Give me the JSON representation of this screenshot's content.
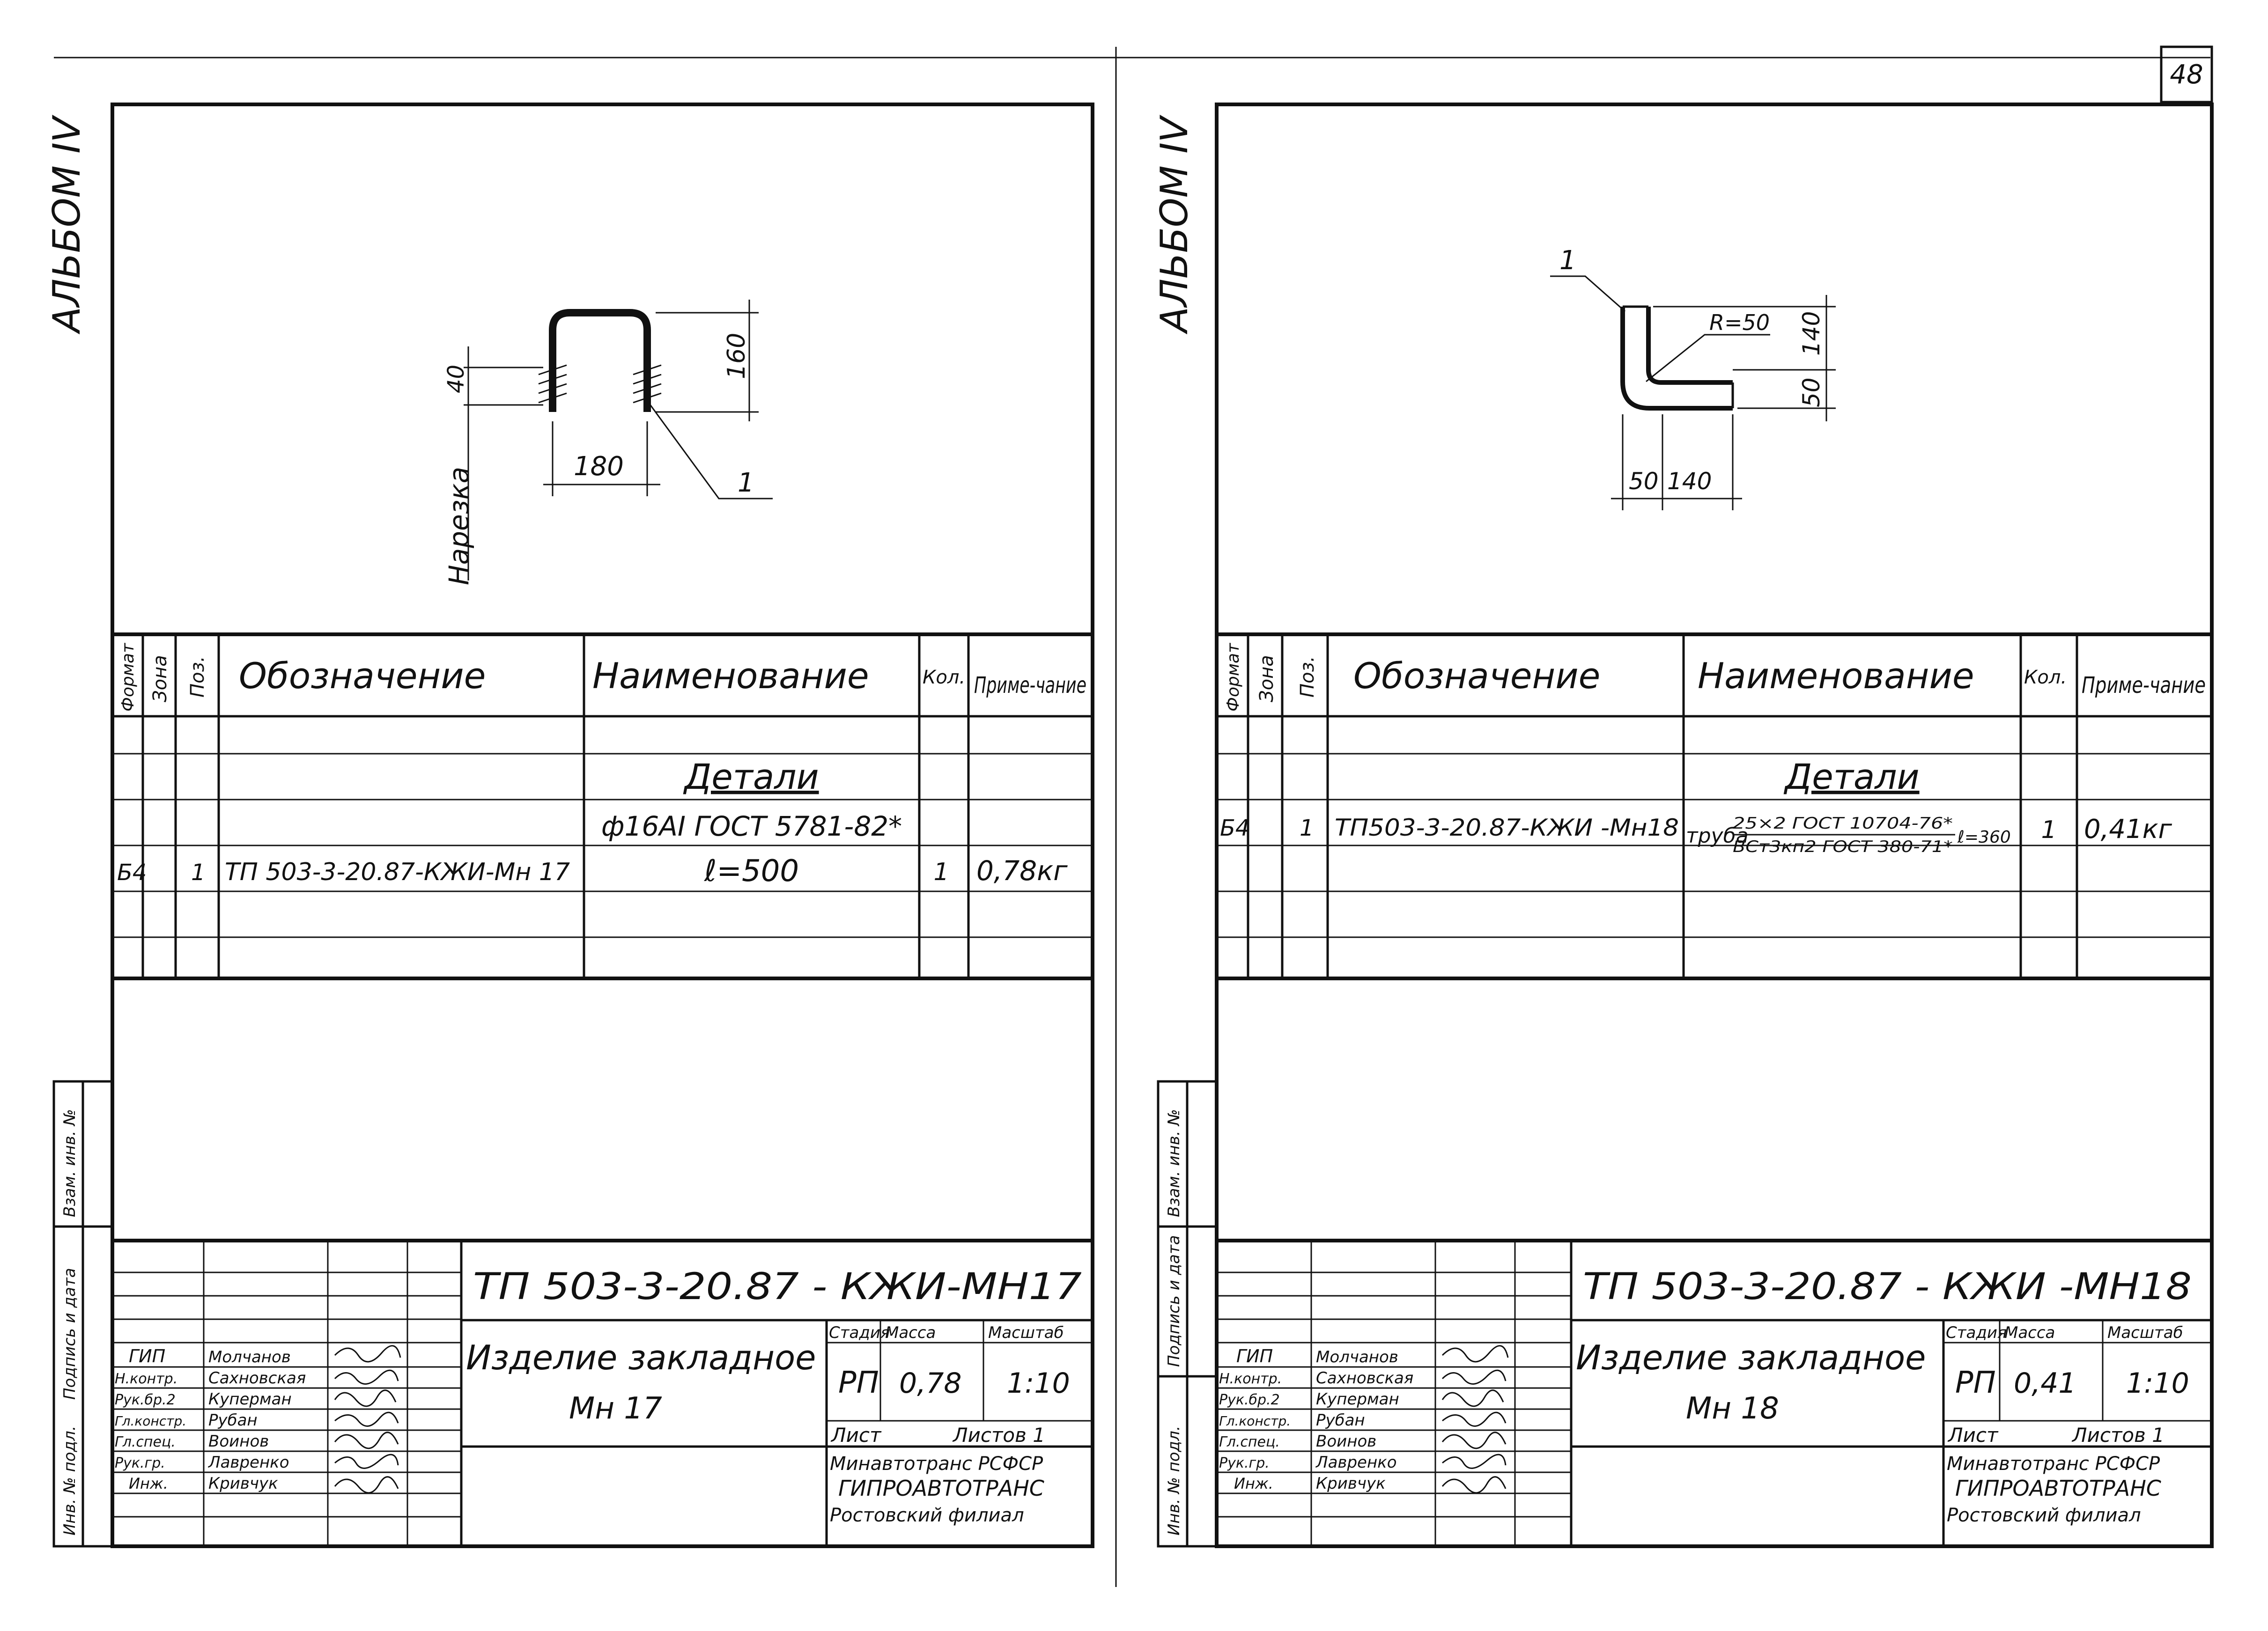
{
  "page_number": "48",
  "left": {
    "album": "АЛЬБОМ IV",
    "drawing": {
      "position_label": "1",
      "thread_label": "Нарезка",
      "dim_thread": "40",
      "dim_height": "160",
      "dim_width": "180"
    },
    "spec": {
      "headers": {
        "format": "Формат",
        "zone": "Зона",
        "pos": "Поз.",
        "designation": "Обозначение",
        "name": "Наименование",
        "qty": "Кол.",
        "note": "Приме-чание"
      },
      "section": "Детали",
      "material": "ф16АI ГОСТ 5781-82*",
      "row": {
        "format": "Б4",
        "pos": "1",
        "designation": "ТП 503-3-20.87-КЖИ-Мн 17",
        "name": "ℓ=500",
        "qty": "1",
        "note": "0,78кг"
      }
    },
    "side_stamp": {
      "inv_podl": "Инв. № подл.",
      "podpis": "Подпись и дата",
      "vzam": "Взам. инв. №"
    },
    "title_block": {
      "code": "ТП   503-3-20.87  -  КЖИ-МН17",
      "item_name": "Изделие закладное",
      "item_mark": "Мн 17",
      "stage_label": "Стадия",
      "mass_label": "Масса",
      "scale_label": "Масштаб",
      "stage": "РП",
      "mass": "0,78",
      "scale": "1:10",
      "sheet_label": "Лист",
      "sheets_label": "Листов 1",
      "org1": "Минавтотранс РСФСР",
      "org2": "ГИПРОАВТОТРАНС",
      "org3": "Ростовский филиал",
      "people": [
        {
          "role": "ГИП",
          "name": "Молчанов"
        },
        {
          "role": "Н.контр.",
          "name": "Сахновская"
        },
        {
          "role": "Рук.бр.2",
          "name": "Куперман"
        },
        {
          "role": "Гл.констр.",
          "name": "Рубан"
        },
        {
          "role": "Гл.спец.",
          "name": "Воинов"
        },
        {
          "role": "Рук.гр.",
          "name": "Лавренко"
        },
        {
          "role": "Инж.",
          "name": "Кривчук"
        }
      ]
    }
  },
  "right": {
    "album": "АЛЬБОМ IV",
    "drawing": {
      "position_label": "1",
      "radius": "R=50",
      "dim_v1": "140",
      "dim_v2": "50",
      "dim_h1": "50",
      "dim_h2": "140"
    },
    "spec": {
      "headers": {
        "format": "Формат",
        "zone": "Зона",
        "pos": "Поз.",
        "designation": "Обозначение",
        "name": "Наименование",
        "qty": "Кол.",
        "note": "Приме-чание"
      },
      "section": "Детали",
      "row": {
        "format": "Б4",
        "pos": "1",
        "designation": "ТП503-3-20.87-КЖИ -Мн18",
        "name_prefix": "труба",
        "name_top": "25×2 ГОСТ 10704-76*",
        "name_bottom": "ВСт3кп2 ГОСТ 380-71*",
        "name_len": "ℓ=360",
        "qty": "1",
        "note": "0,41кг"
      }
    },
    "side_stamp": {
      "inv_podl": "Инв. № подл.",
      "podpis": "Подпись и дата",
      "vzam": "Взам. инв. №"
    },
    "title_block": {
      "code": "ТП   503-3-20.87 -  КЖИ -МН18",
      "item_name": "Изделие закладное",
      "item_mark": "Мн 18",
      "stage_label": "Стадия",
      "mass_label": "Масса",
      "scale_label": "Масштаб",
      "stage": "РП",
      "mass": "0,41",
      "scale": "1:10",
      "sheet_label": "Лист",
      "sheets_label": "Листов 1",
      "org1": "Минавтотранс РСФСР",
      "org2": "ГИПРОАВТОТРАНС",
      "org3": "Ростовский филиал",
      "people": [
        {
          "role": "ГИП",
          "name": "Молчанов"
        },
        {
          "role": "Н.контр.",
          "name": "Сахновская"
        },
        {
          "role": "Рук.бр.2",
          "name": "Куперман"
        },
        {
          "role": "Гл.констр.",
          "name": "Рубан"
        },
        {
          "role": "Гл.спец.",
          "name": "Воинов"
        },
        {
          "role": "Рук.гр.",
          "name": "Лавренко"
        },
        {
          "role": "Инж.",
          "name": "Кривчук"
        }
      ]
    }
  }
}
